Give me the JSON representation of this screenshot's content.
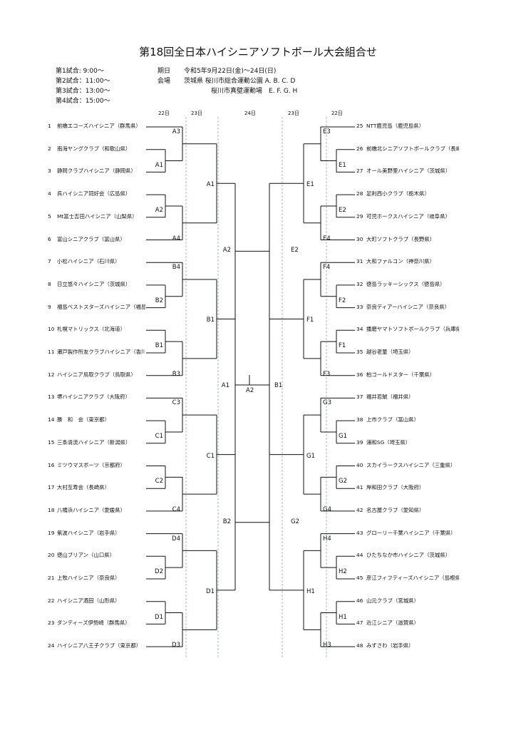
{
  "title": "第18回全日本ハイシニアソフトボール大会組合せ",
  "schedule": [
    "第1試合: 9:00～",
    "第2試合：11:00～",
    "第3試合：13:00～",
    "第4試合：15:00～"
  ],
  "info": {
    "period_label": "期日",
    "period_value": "令和5年9月22日(金)～24日(日)",
    "venue_label": "会場",
    "venue_line1": "茨城県 桜川市総合運動公園 A. B. C. D",
    "venue_line2": "桜川市真壁運動場　E. F. G. H"
  },
  "days": [
    "22日",
    "23日",
    "24日",
    "23日",
    "22日"
  ],
  "left_teams": [
    {
      "num": "1",
      "name": "前橋エコーズハイシニア（群馬県）"
    },
    {
      "num": "2",
      "name": "南海ヤングクラブ（和歌山県）"
    },
    {
      "num": "3",
      "name": "静岡クラブハイシニア（静岡県）"
    },
    {
      "num": "4",
      "name": "呉ハイシニア同好会（広島県）"
    },
    {
      "num": "5",
      "name": "Mt富士吉田ハイシニア（山梨県）"
    },
    {
      "num": "6",
      "name": "富山シニアクラブ（富山県）"
    },
    {
      "num": "7",
      "name": "小松ハイシニア（石川県）"
    },
    {
      "num": "8",
      "name": "日立悠々ハイシニア（茨城県）"
    },
    {
      "num": "9",
      "name": "福島ベストスターズハイシニア（福島県）"
    },
    {
      "num": "10",
      "name": "札幌マトリックス（北海道）"
    },
    {
      "num": "11",
      "name": "瀬戸製作所友クラブハイシニア（香川県）"
    },
    {
      "num": "12",
      "name": "ハイシニア鳥取クラブ（鳥取県）"
    },
    {
      "num": "13",
      "name": "堺ハイシニアクラブ（大阪府）"
    },
    {
      "num": "14",
      "name": "勝　和　会（東京都）"
    },
    {
      "num": "15",
      "name": "三条清流ハイシニア（新潟県）"
    },
    {
      "num": "16",
      "name": "ミツウマスポーツ（京都府）"
    },
    {
      "num": "17",
      "name": "大村互寿会（長崎県）"
    },
    {
      "num": "18",
      "name": "八幡浜ハイシニア（愛媛県）"
    },
    {
      "num": "19",
      "name": "紫波ハイシニア（岩手県）"
    },
    {
      "num": "20",
      "name": "徳山ブリアン（山口県）"
    },
    {
      "num": "21",
      "name": "上牧ハイシニア（奈良県）"
    },
    {
      "num": "22",
      "name": "ハイシニア酒田（山形県）"
    },
    {
      "num": "23",
      "name": "ダンディーズ伊勢崎（群馬県）"
    },
    {
      "num": "24",
      "name": "ハイシニア八王子クラブ（東京都）"
    }
  ],
  "right_teams": [
    {
      "num": "25",
      "name": "NTT鹿児島（鹿児島県）"
    },
    {
      "num": "26",
      "name": "前橋北シニアソフトボールクラブ（長崎県）"
    },
    {
      "num": "27",
      "name": "オール美野里ハイシニア（茨城県）"
    },
    {
      "num": "28",
      "name": "足利西小クラブ（栃木県）"
    },
    {
      "num": "29",
      "name": "可児ホークスハイシニア（岐阜県）"
    },
    {
      "num": "30",
      "name": "大町ソフトクラブ（長野県）"
    },
    {
      "num": "31",
      "name": "大和ファルコン（神奈川県）"
    },
    {
      "num": "32",
      "name": "徳島ラッキーシックス（徳島県）"
    },
    {
      "num": "33",
      "name": "奈良ディアーハイシニア（奈良県）"
    },
    {
      "num": "34",
      "name": "播磨ヤマトソフトボールクラブ（兵庫県）"
    },
    {
      "num": "35",
      "name": "越谷老童（埼玉県）"
    },
    {
      "num": "36",
      "name": "柏ゴールドスター（千葉県）"
    },
    {
      "num": "37",
      "name": "福井若鯱（福井県）"
    },
    {
      "num": "38",
      "name": "上市クラブ（富山県）"
    },
    {
      "num": "39",
      "name": "浦和SG（埼玉県）"
    },
    {
      "num": "40",
      "name": "スカイラークスハイシニア（三重県）"
    },
    {
      "num": "41",
      "name": "岸和田クラブ（大阪府）"
    },
    {
      "num": "42",
      "name": "名古屋クラブ（愛知県）"
    },
    {
      "num": "43",
      "name": "グローリー千葉ハイシニア（千葉県）"
    },
    {
      "num": "44",
      "name": "ひたちなか市ハイシニア（茨城県）"
    },
    {
      "num": "45",
      "name": "彦江フィフティーズハイシニア（島根県）"
    },
    {
      "num": "46",
      "name": "山元クラブ（宮城県）"
    },
    {
      "num": "47",
      "name": "近江シニア（滋賀県）"
    },
    {
      "num": "48",
      "name": "みずさわ（岩手県）"
    }
  ],
  "left_match_labels": {
    "r1": [
      "A1",
      "A2",
      "B2",
      "B1",
      "C1",
      "C2",
      "D2",
      "D1"
    ],
    "r2": [
      "A3",
      "A4",
      "B4",
      "B3",
      "C3",
      "C4",
      "D4",
      "D3"
    ],
    "r3": [
      "A1",
      "B1",
      "C1",
      "D1"
    ],
    "r4": [
      "A2",
      "B2"
    ],
    "r5": "A1"
  },
  "right_match_labels": {
    "r1": [
      "E1",
      "E2",
      "F2",
      "F1",
      "G1",
      "G2",
      "H2",
      "H1"
    ],
    "r2": [
      "E3",
      "E4",
      "F4",
      "F3",
      "G3",
      "G4",
      "H4",
      "H3"
    ],
    "r3": [
      "E1",
      "F1",
      "G1",
      "H1"
    ],
    "r4": [
      "E2",
      "G2"
    ],
    "r5": "B1"
  },
  "final_label": "A2"
}
